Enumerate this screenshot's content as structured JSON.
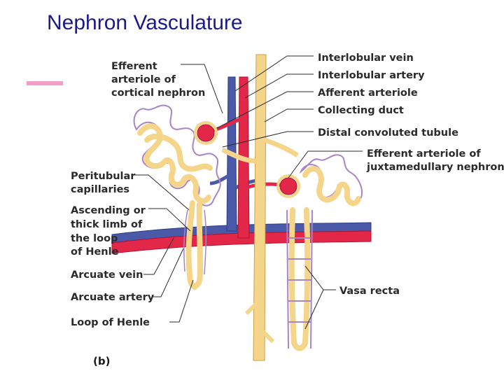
{
  "title": "Nephron Vasculature",
  "panel_label": "(b)",
  "labels": {
    "efferent_cortical": [
      "Efferent",
      "arteriole of",
      "cortical nephron"
    ],
    "interlobular_vein": "Interlobular vein",
    "interlobular_artery": "Interlobular artery",
    "afferent_arteriole": "Afferent arteriole",
    "collecting_duct": "Collecting duct",
    "distal_convoluted_tubule": "Distal convoluted tubule",
    "efferent_juxtamedullary": [
      "Efferent arteriole of",
      "juxtamedullary nephron"
    ],
    "peritubular_capillaries": [
      "Peritubular",
      "capillaries"
    ],
    "ascending_limb": [
      "Ascending or",
      "thick limb of",
      "the loop",
      "of Henle"
    ],
    "arcuate_vein": "Arcuate vein",
    "arcuate_artery": "Arcuate artery",
    "loop_of_henle": "Loop of Henle",
    "vasa_recta": "Vasa recta"
  },
  "colors": {
    "title": "#1a1a8c",
    "accent": "#f29ec9",
    "vein": "#4a5aa8",
    "artery": "#e32749",
    "tubule": "#f4d58a",
    "tubule_edge": "#c9a14a",
    "capillary": "#a884c4"
  }
}
